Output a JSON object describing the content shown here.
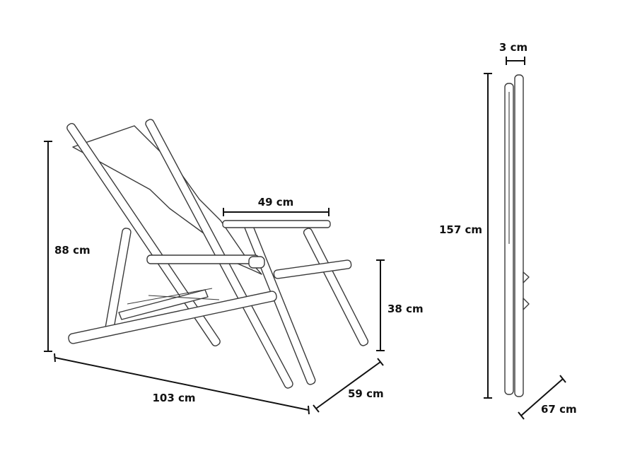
{
  "dimensions": {
    "seat_width": "49 cm",
    "height": "88 cm",
    "armrest_height": "38 cm",
    "length": "103 cm",
    "depth": "59 cm",
    "folded_thickness": "3 cm",
    "folded_length": "157 cm",
    "folded_width": "67 cm"
  }
}
